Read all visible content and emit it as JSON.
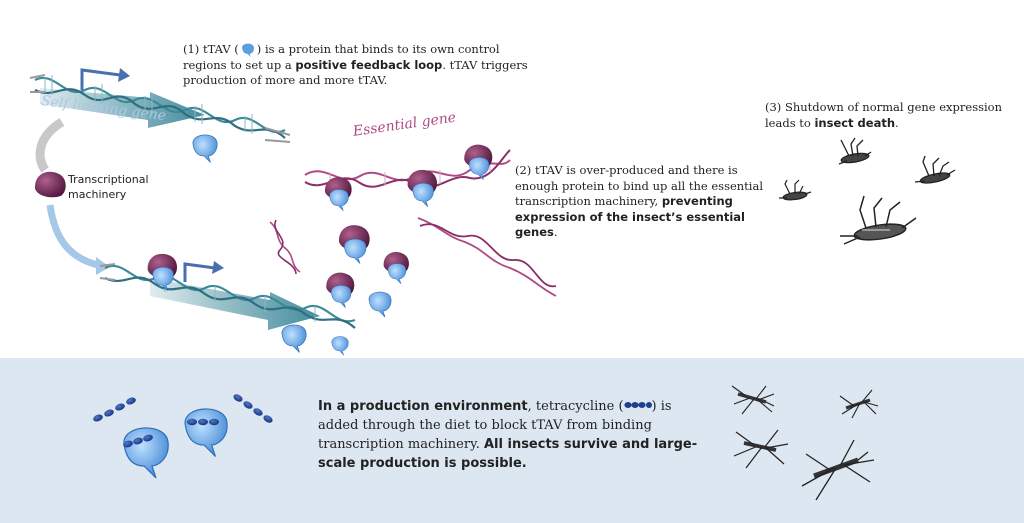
{
  "step1": {
    "text_a": "(1) tTAV (",
    "text_b": ") is a protein that binds to its own control regions to set up a ",
    "bold": "positive feedback loop",
    "text_c": ". tTAV triggers production of more and more tTAV."
  },
  "step2": {
    "text_a": "(2) tTAV is over-produced and there is enough protein to bind up all the essential transcription machinery, ",
    "bold": "preventing expression of the insect’s essential genes",
    "text_b": "."
  },
  "step3": {
    "text_a": "(3) Shutdown of normal gene expression leads to ",
    "bold": "insect death",
    "text_b": "."
  },
  "labels": {
    "self_limiting_gene": "Self limiting gene",
    "essential_gene": "Essential gene",
    "transcriptional_machinery": "Transcriptional machinery"
  },
  "production": {
    "bold_a": "In a production environment",
    "text_a": ", tetracycline (",
    "text_b": ") is added through the diet to block tTAV from binding transcription machinery. ",
    "bold_b": "All insects survive and large-scale production is possible."
  },
  "colors": {
    "dna_teal": "#3a8a9a",
    "arrow_blue": "#4a6fb0",
    "protein_blue": "#5a9fe0",
    "machinery_purple": "#6a2a55",
    "essential_pink": "#b04a85",
    "panel_bg": "#dde7f2",
    "tetracycline_navy": "#1f3f8a"
  },
  "icons": [
    "ttav-protein-icon",
    "transcriptional-machinery-icon",
    "tetracycline-icon",
    "mosquito-icon",
    "dead-mosquito-icon",
    "dna-helix-icon",
    "promoter-arrow-icon"
  ]
}
